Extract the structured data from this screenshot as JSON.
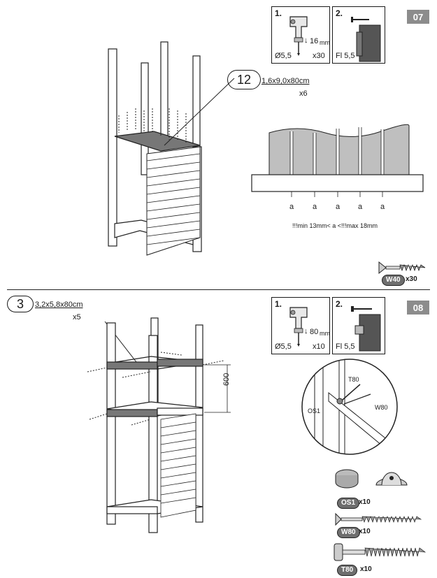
{
  "step07": {
    "badge": "07",
    "box1": {
      "num": "1.",
      "depth": "16",
      "unit": "mm",
      "diameter": "Ø5,5",
      "qty": "x30"
    },
    "box2": {
      "num": "2.",
      "fl": "Fl 5,5"
    },
    "part": {
      "id": "12",
      "spec": "1,6x9,0x80cm",
      "qty": "x6"
    },
    "gap_label": "a",
    "gap_text": "!!!min 13mm< a <!!!max 18mm",
    "screw": {
      "code": "W40",
      "qty": "x30"
    }
  },
  "step08": {
    "badge": "08",
    "box1": {
      "num": "1.",
      "depth": "80",
      "unit": "mm",
      "diameter": "Ø5,5",
      "qty": "x10"
    },
    "box2": {
      "num": "2.",
      "fl": "Fl 5,5"
    },
    "part": {
      "id": "3",
      "spec": "3,2x5,8x80cm",
      "qty": "x5"
    },
    "dimension": "600",
    "detail_labels": {
      "t80": "T80",
      "w80": "W80",
      "os1": "OS1"
    },
    "hardware": [
      {
        "code": "OS1",
        "qty": "x10"
      },
      {
        "code": "W80",
        "qty": "x10"
      },
      {
        "code": "T80",
        "qty": "x10"
      }
    ]
  }
}
